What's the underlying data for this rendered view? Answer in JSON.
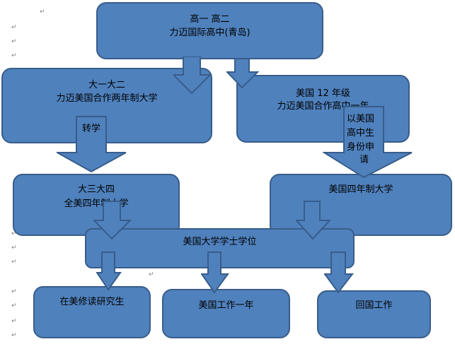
{
  "nodes": {
    "top": {
      "line1": "高一  高二",
      "line2": "力迈国际高中(青岛)"
    },
    "left1": {
      "line1": "大一大二",
      "line2": "力迈美国合作两年制大学"
    },
    "right1": {
      "line1": "美国 12 年级",
      "line2": "力迈美国合作高中一年"
    },
    "left2": {
      "line1": "大三大四",
      "line2": "全美四年制大学"
    },
    "right2": {
      "line1": "美国四年制大学"
    },
    "degree": {
      "line1": "美国大学学士学位"
    },
    "out1": {
      "line1": "在美修读研究生"
    },
    "out2": {
      "line1": "美国工作一年"
    },
    "out3": {
      "line1": "回国工作"
    }
  },
  "labels": {
    "transfer": "转学",
    "apply_l1": "以美国",
    "apply_l2": "高中生",
    "apply_l3": "身份申",
    "apply_l4": "请"
  },
  "colors": {
    "box_fill": "#4f81bd",
    "box_border": "#385d8a"
  }
}
